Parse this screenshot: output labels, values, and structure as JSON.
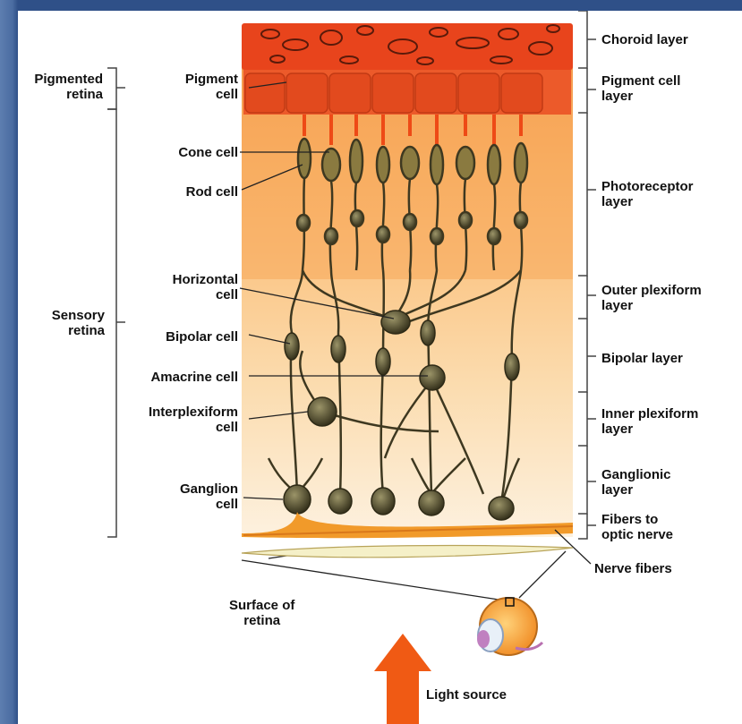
{
  "colors": {
    "choroid": "#e8441c",
    "pigment": "#ec5a2a",
    "photoreceptor_layer": "#f7ab60",
    "lower_layers": "#fbe7c8",
    "cells": "#3e3820",
    "fibers": "#f19a2a",
    "arrow": "#f05a14"
  },
  "left_labels": {
    "pigmented_retina": "Pigmented\nretina",
    "pigment_cell": "Pigment\ncell",
    "cone_cell": "Cone cell",
    "rod_cell": "Rod cell",
    "horizontal_cell": "Horizontal\ncell",
    "sensory_retina": "Sensory\nretina",
    "bipolar_cell": "Bipolar cell",
    "amacrine_cell": "Amacrine cell",
    "interplexiform_cell": "Interplexiform\ncell",
    "ganglion_cell": "Ganglion\ncell"
  },
  "right_labels": {
    "choroid_layer": "Choroid layer",
    "pigment_cell_layer": "Pigment cell\nlayer",
    "photoreceptor_layer": "Photoreceptor\nlayer",
    "outer_plexiform_layer": "Outer plexiform\nlayer",
    "bipolar_layer": "Bipolar layer",
    "inner_plexiform_layer": "Inner plexiform\nlayer",
    "ganglionic_layer": "Ganglionic\nlayer",
    "fibers_to_optic_nerve": "Fibers to\noptic nerve"
  },
  "bottom_labels": {
    "nerve_fibers": "Nerve fibers",
    "surface_of_retina": "Surface of\nretina",
    "light_source": "Light source"
  }
}
